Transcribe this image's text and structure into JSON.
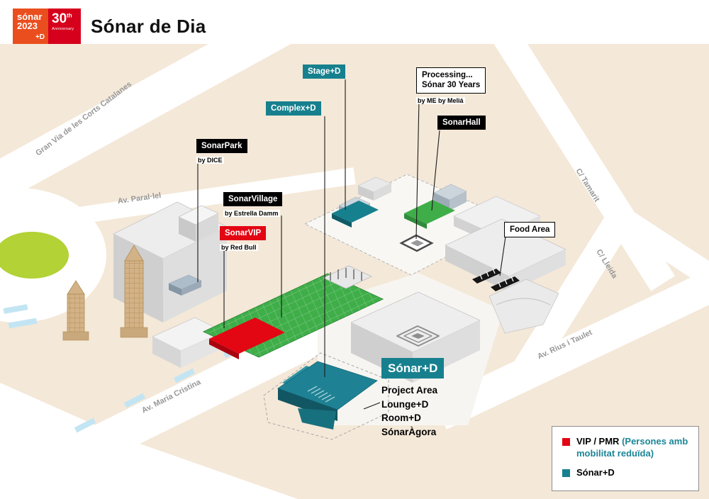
{
  "header": {
    "logo": {
      "brand": "sónar",
      "year": "2023",
      "plusd": "+D",
      "anniv_number": "30",
      "anniv_suffix": "th",
      "anniv_word": "Anniversary"
    },
    "title": "Sónar de Dia"
  },
  "streets": {
    "gran_via": "Gran Via de les Corts Catalanes",
    "paral_lel": "Av. Paral·lel",
    "tamarit": "C/ Tamarit",
    "lleida": "C/ Lleida",
    "rius_taulet": "Av. Rius i Taulet",
    "maria_cristina": "Av. Maria Cristina"
  },
  "venues": {
    "stage": {
      "label": "Stage+D"
    },
    "complex": {
      "label": "Complex+D"
    },
    "processing": {
      "label_line1": "Processing...",
      "label_line2": "Sónar 30 Years",
      "by": "by ME by Meliá"
    },
    "sonarhall": {
      "label": "SonarHall"
    },
    "sonarpark": {
      "label": "SonarPark",
      "by": "by DICE"
    },
    "sonarvillage": {
      "label": "SonarVillage",
      "by": "by Estrella Damm"
    },
    "sonarvip": {
      "label": "SonarVIP",
      "by": "by Red Bull"
    },
    "food_area": {
      "label": "Food Area"
    },
    "sonar_plus_d": {
      "label": "Sónar+D",
      "items": [
        "Project Area",
        "Lounge+D",
        "Room+D",
        "SónarÀgora"
      ]
    }
  },
  "legend": {
    "vip_label": "VIP / PMR",
    "vip_note": "(Persones amb mobilitat reduïda)",
    "sonar_d_label": "Sónar+D",
    "vip_color": "#e30613",
    "sonar_d_color": "#17808e"
  },
  "colors": {
    "teal": "#17808e",
    "red": "#e30613",
    "green": "#3fae49",
    "lime_roundabout": "#b2d235",
    "beige_map": "#f4e8d8",
    "logo_orange": "#ea4e1e",
    "logo_red": "#d6001c",
    "black": "#000000"
  }
}
